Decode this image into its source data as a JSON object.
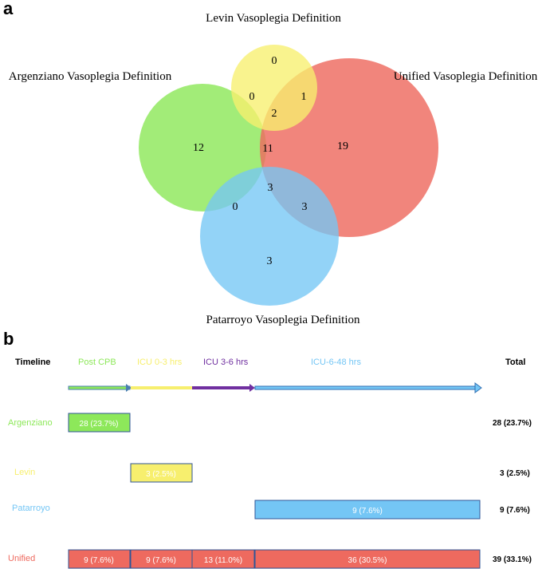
{
  "panel_a": {
    "letter": "a",
    "set_labels": {
      "levin": "Levin Vasoplegia Definition",
      "argenziano": "Argenziano Vasoplegia Definition",
      "unified": "Unified Vasoplegia Definition",
      "patarroyo": "Patarroyo Vasoplegia Definition"
    },
    "colors": {
      "levin": "#f7ef6e",
      "argenziano": "#8de85a",
      "unified": "#ee6a5f",
      "patarroyo": "#74c6f5"
    },
    "regions": {
      "levin_only": "0",
      "argenziano_levin": "0",
      "levin_unified": "1",
      "argenziano_levin_unified": "2",
      "argenziano_only": "12",
      "argenziano_unified": "11",
      "unified_only": "19",
      "argenziano_unified_patarroyo": "3",
      "argenziano_patarroyo": "0",
      "unified_patarroyo": "3",
      "patarroyo_only": "3"
    }
  },
  "panel_b": {
    "letter": "b",
    "header": {
      "timeline": "Timeline",
      "phases": [
        "Post CPB",
        "ICU 0-3 hrs",
        "ICU 3-6 hrs",
        "ICU-6-48 hrs"
      ],
      "total": "Total"
    },
    "phase_colors": [
      "#8de85a",
      "#f7ef6e",
      "#7030a0",
      "#74c6f5"
    ],
    "rows": [
      {
        "name": "Argenziano",
        "color": "#8de85a",
        "bars": [
          "28 (23.7%)"
        ],
        "total": "28 (23.7%)"
      },
      {
        "name": "Levin",
        "color": "#f7ef6e",
        "bars": [
          "3 (2.5%)"
        ],
        "total": "3 (2.5%)"
      },
      {
        "name": "Patarroyo",
        "color": "#74c6f5",
        "bars": [
          "9 (7.6%)"
        ],
        "total": "9 (7.6%)"
      },
      {
        "name": "Unified",
        "color": "#ee6a5f",
        "bars": [
          "9 (7.6%)",
          "9 (7.6%)",
          "13 (11.0%)",
          "36 (30.5%)"
        ],
        "total": "39 (33.1%)"
      }
    ]
  }
}
